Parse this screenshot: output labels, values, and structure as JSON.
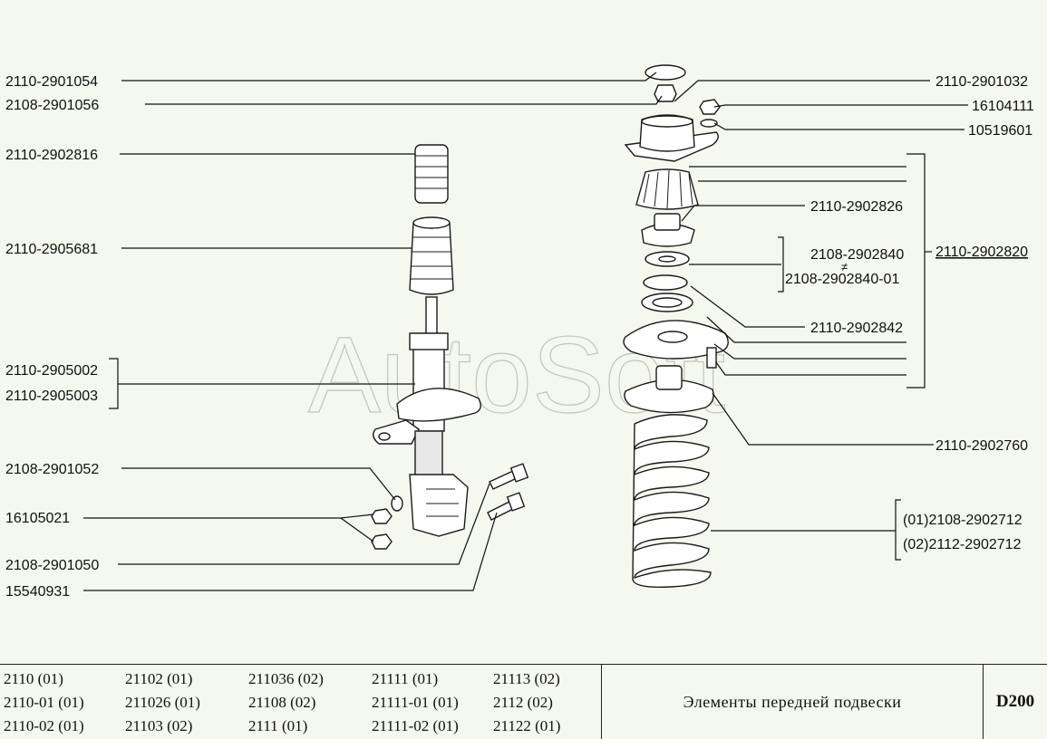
{
  "watermark": "AutoSoft",
  "part_labels": [
    {
      "id": "l1",
      "text": "2110-2901054"
    },
    {
      "id": "l2",
      "text": "2108-2901056"
    },
    {
      "id": "l3",
      "text": "2110-2902816"
    },
    {
      "id": "l4",
      "text": "2110-2905681"
    },
    {
      "id": "l5",
      "text": "2110-2905002"
    },
    {
      "id": "l6",
      "text": "2110-2905003"
    },
    {
      "id": "l7",
      "text": "2108-2901052"
    },
    {
      "id": "l8",
      "text": "16105021"
    },
    {
      "id": "l9",
      "text": "2108-2901050"
    },
    {
      "id": "l10",
      "text": "15540931"
    },
    {
      "id": "r1",
      "text": "2110-2901032"
    },
    {
      "id": "r2",
      "text": "16104111"
    },
    {
      "id": "r3",
      "text": "10519601"
    },
    {
      "id": "r4",
      "text": "2110-2902826"
    },
    {
      "id": "r5",
      "text": "2108-2902840"
    },
    {
      "id": "r6",
      "text": "≠"
    },
    {
      "id": "r7",
      "text": "2108-2902840-01"
    },
    {
      "id": "r8",
      "text": "2110-2902820"
    },
    {
      "id": "r9",
      "text": "2110-2902842"
    },
    {
      "id": "r10",
      "text": "2110-2902760"
    },
    {
      "id": "r11",
      "text": "(01)2108-2902712"
    },
    {
      "id": "r12",
      "text": "(02)2112-2902712"
    }
  ],
  "models": [
    [
      "2110 (01)",
      "21102 (01)",
      "211036 (02)",
      "21111 (01)",
      "21113 (02)"
    ],
    [
      "2110-01 (01)",
      "211026 (01)",
      "21108 (02)",
      "21111-01 (01)",
      "2112 (02)"
    ],
    [
      "2110-02 (01)",
      "21103 (02)",
      "2111 (01)",
      "21111-02 (01)",
      "21122 (01)"
    ]
  ],
  "title": "Элементы передней подвески",
  "code": "D200"
}
